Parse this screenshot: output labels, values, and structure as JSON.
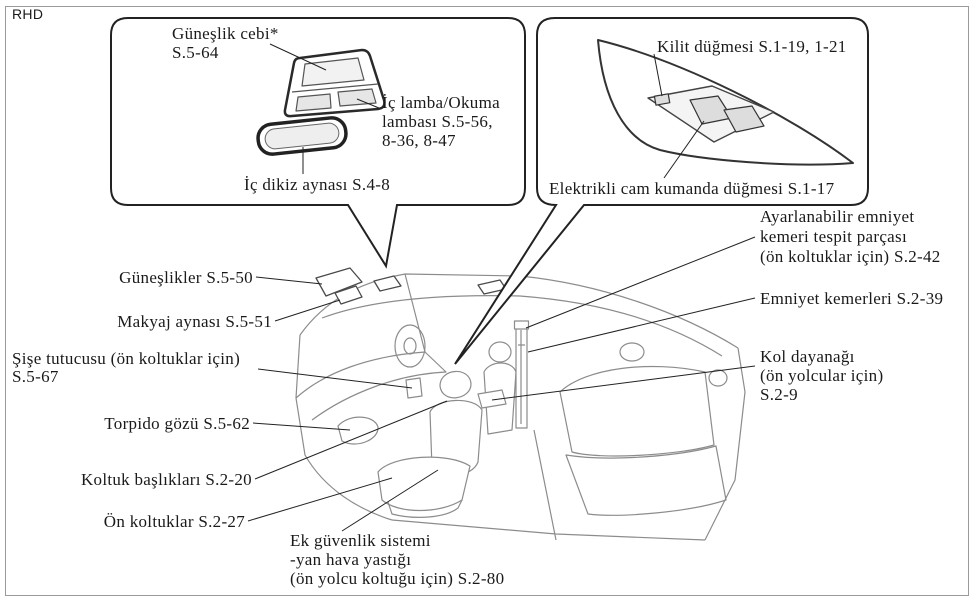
{
  "region_label": "RHD",
  "callouts": {
    "sunglass_holder": [
      "Güneşlik cebi*",
      "S.5-64"
    ],
    "interior_lamp": [
      "İç lamba/Okuma",
      "lambası S.5-56,",
      "8-36, 8-47"
    ],
    "rear_view_mirror": "İç dikiz aynası S.4-8",
    "lock_switch": "Kilit düğmesi S.1-19, 1-21",
    "power_window_switch": "Elektrikli cam kumanda düğmesi S.1-17",
    "sun_visors": "Güneşlikler S.5-50",
    "vanity_mirror": "Makyaj aynası S.5-51",
    "bottle_holder": [
      "Şişe tutucusu (ön koltuklar için)",
      "S.5-67"
    ],
    "glove_box": "Torpido gözü S.5-62",
    "head_restraints": "Koltuk başlıkları S.2-20",
    "front_seats": "Ön koltuklar S.2-27",
    "side_airbag": [
      "Ek güvenlik sistemi",
      "-yan hava yastığı",
      "(ön yolcu koltuğu için) S.2-80"
    ],
    "belt_anchor": [
      "Ayarlanabilir emniyet",
      "kemeri tespit parçası",
      "(ön koltuklar için) S.2-42"
    ],
    "seat_belts": "Emniyet kemerleri S.2-39",
    "armrest": [
      "Kol dayanağı",
      "(ön yolcular için)",
      "S.2-9"
    ]
  },
  "colors": {
    "line": "#222222",
    "drawing": "#8c8c8c",
    "frame": "#9a9a9a",
    "part": "#4a4a4a"
  }
}
